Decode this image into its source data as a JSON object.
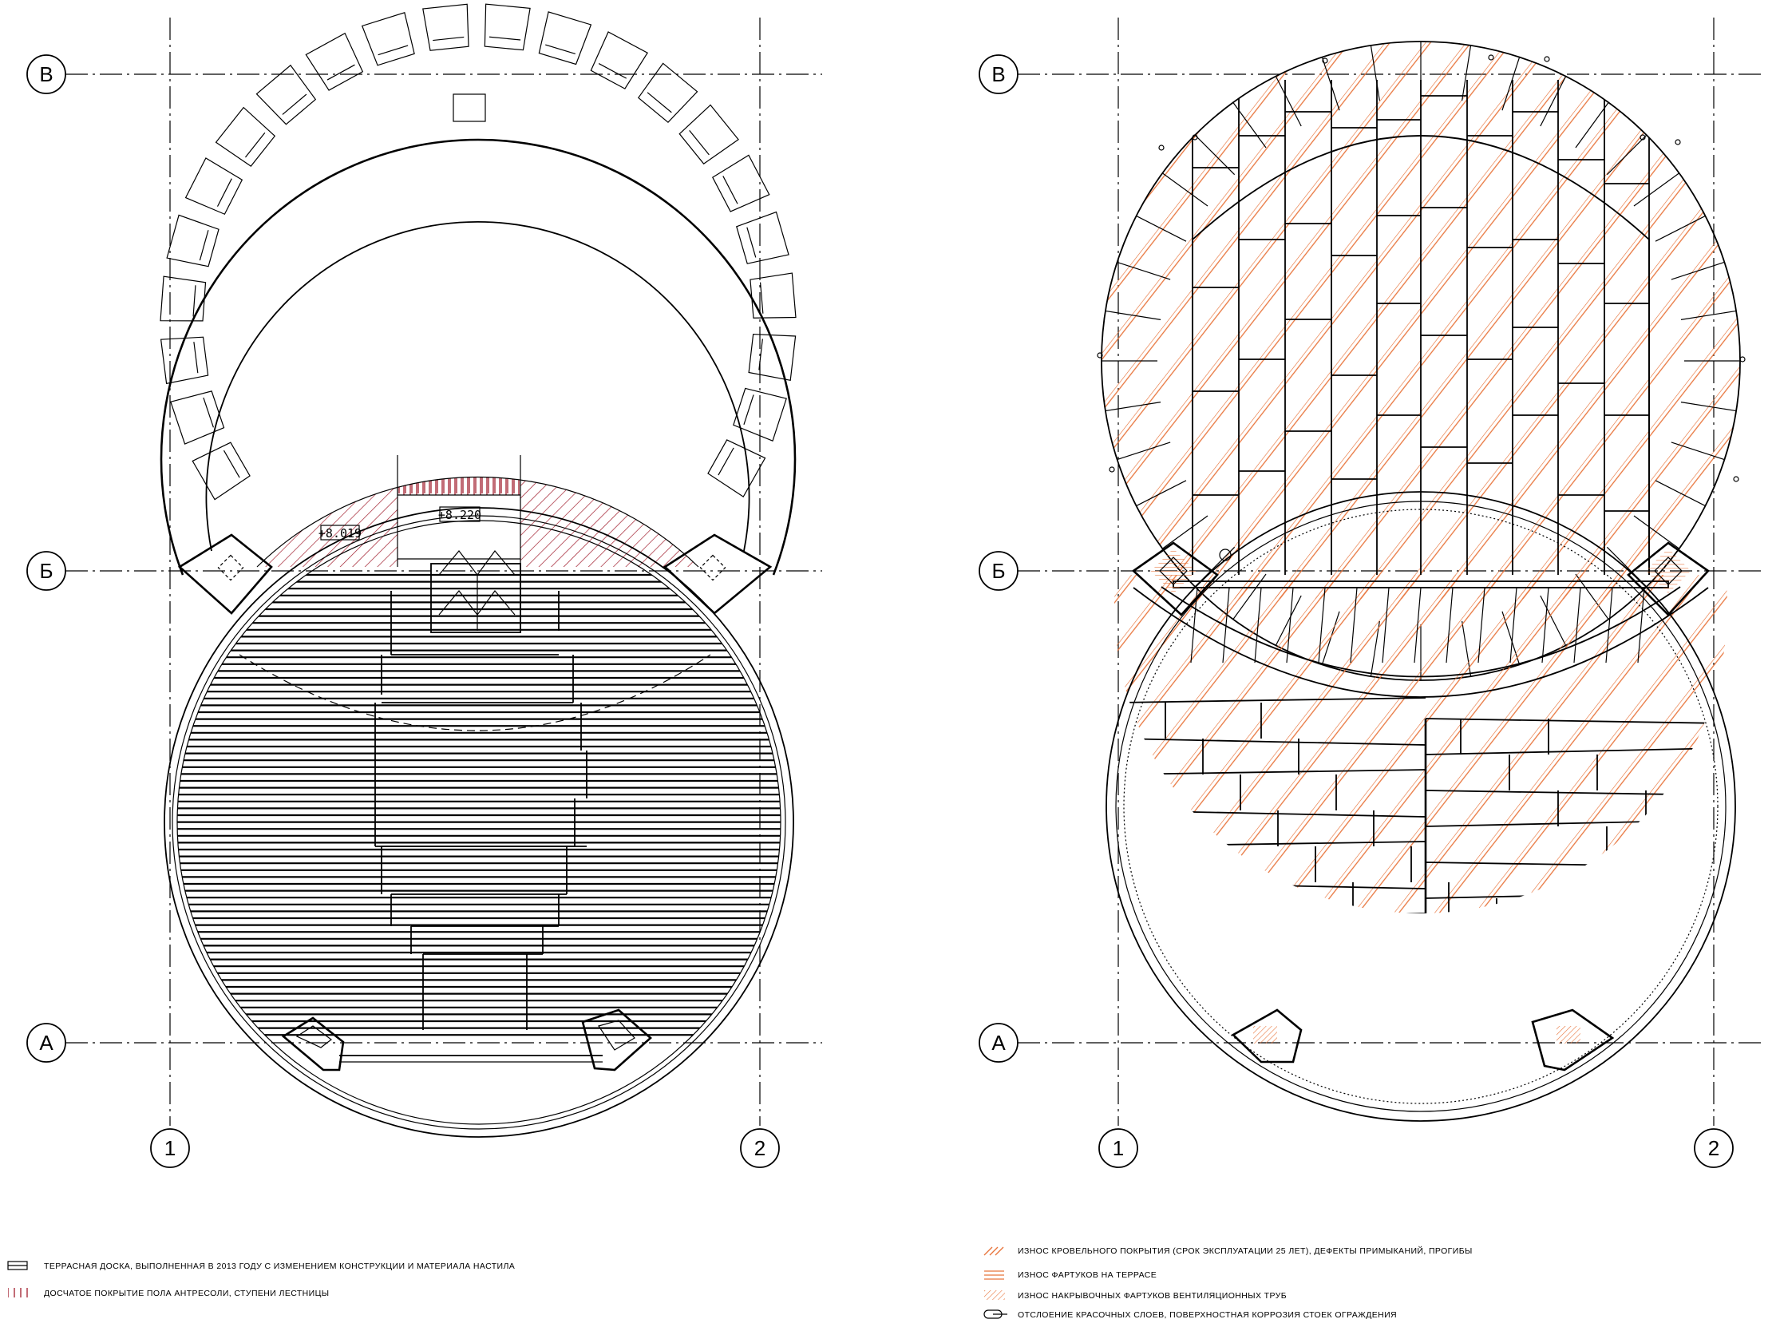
{
  "axes": {
    "rows": [
      "В",
      "Б",
      "А"
    ],
    "cols": [
      "1",
      "2"
    ]
  },
  "left_plan": {
    "elevations": [
      "+8.019",
      "+8.220"
    ]
  },
  "legend_left": [
    {
      "text": "ТЕРРАСНАЯ ДОСКА, ВЫПОЛНЕННАЯ В 2013 ГОДУ С ИЗМЕНЕНИЕМ КОНСТРУКЦИИ И МАТЕРИАЛА НАСТИЛА",
      "swatch": "board-icon"
    },
    {
      "text": "ДОСЧАТОЕ ПОКРЫТИЕ ПОЛА АНТРЕСОЛИ, СТУПЕНИ ЛЕСТНИЦЫ",
      "swatch": "red-hatch-icon"
    }
  ],
  "legend_right": [
    {
      "text": "ИЗНОС КРОВЕЛЬНОГО ПОКРЫТИЯ (СРОК ЭКСПЛУАТАЦИИ 25 ЛЕТ), ДЕФЕКТЫ ПРИМЫКАНИЙ, ПРОГИБЫ",
      "swatch": "orange-diagonal-icon"
    },
    {
      "text": "ИЗНОС ФАРТУКОВ НА ТЕРРАСЕ",
      "swatch": "orange-horizontal-icon"
    },
    {
      "text": "ИЗНОС НАКРЫВОЧНЫХ ФАРТУКОВ ВЕНТИЛЯЦИОННЫХ ТРУБ",
      "swatch": "orange-dense-icon"
    },
    {
      "text": "ОТСЛОЕНИЕ КРАСОЧНЫХ СЛОЕВ, ПОВЕРХНОСТНАЯ КОРРОЗИЯ СТОЕК ОГРАЖДЕНИЯ",
      "swatch": "capsule-icon"
    }
  ],
  "colors": {
    "line": "#000000",
    "red_hatch": "#a01c2c",
    "orange_hatch": "#e8743b"
  }
}
